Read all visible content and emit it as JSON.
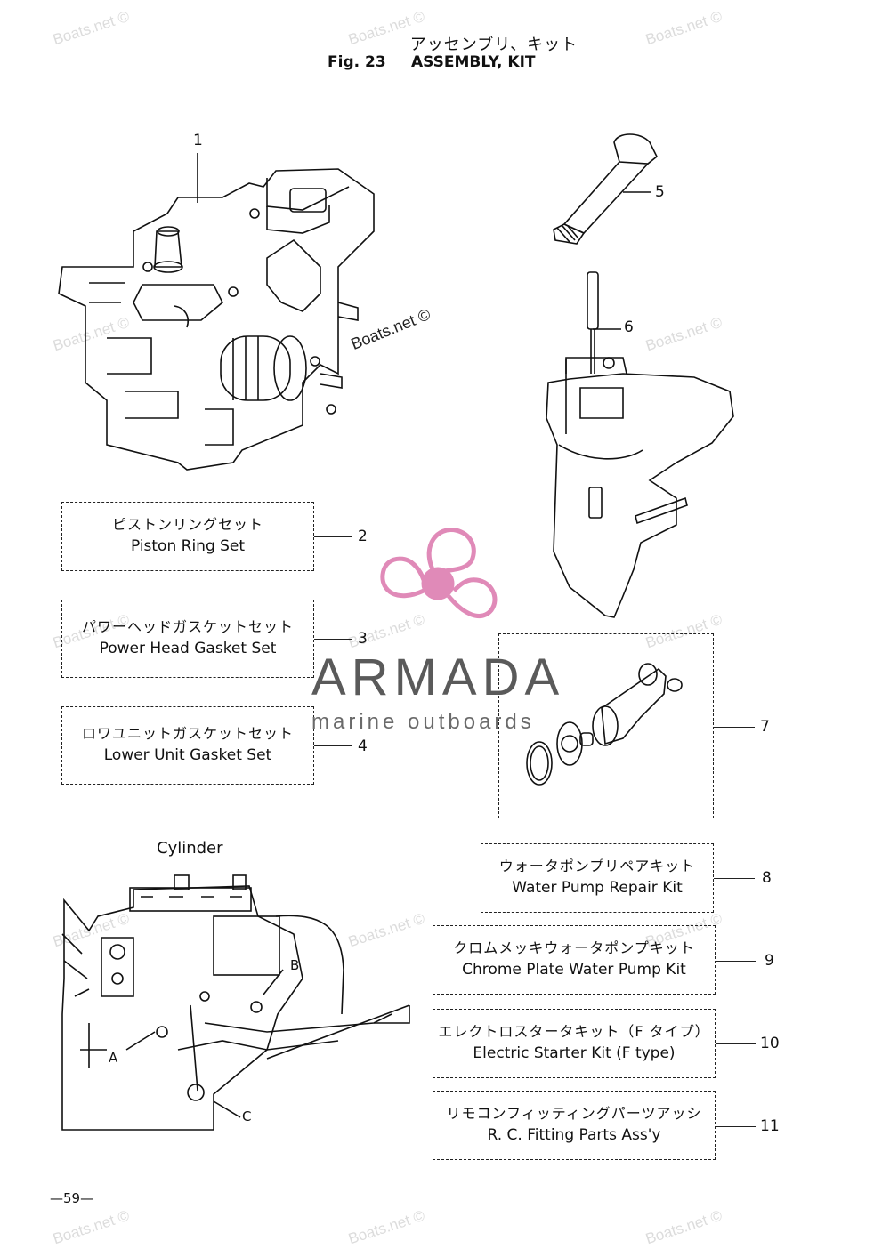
{
  "header": {
    "title_jp": "アッセンブリ、キット",
    "fig_label": "Fig. 23",
    "title_en": "ASSEMBLY, KIT"
  },
  "callouts": {
    "n1": "1",
    "n5": "5",
    "n6": "6",
    "n7": "7"
  },
  "kits": [
    {
      "num": "2",
      "jp": "ピストンリングセット",
      "en": "Piston Ring Set"
    },
    {
      "num": "3",
      "jp": "パワーヘッドガスケットセット",
      "en": "Power Head Gasket Set"
    },
    {
      "num": "4",
      "jp": "ロワユニットガスケットセット",
      "en": "Lower Unit Gasket Set"
    },
    {
      "num": "8",
      "jp": "ウォータポンプリペアキット",
      "en": "Water Pump Repair Kit"
    },
    {
      "num": "9",
      "jp": "クロムメッキウォータポンプキット",
      "en": "Chrome Plate Water  Pump Kit"
    },
    {
      "num": "10",
      "jp": "エレクトロスタータキット（F タイプ）",
      "en": "Electric Starter Kit (F type)"
    },
    {
      "num": "11",
      "jp": "リモコンフィッティングパーツアッシ",
      "en": "R. C. Fitting Parts Ass'y"
    }
  ],
  "cylinder": {
    "caption": "Cylinder",
    "labels": {
      "a": "A",
      "b": "B",
      "c": "C"
    }
  },
  "watermark": "Boats.net ©",
  "logo": {
    "title": "ARMADA",
    "subtitle": "marine outboards",
    "color": "#e08ab8"
  },
  "page_number": "—59—"
}
